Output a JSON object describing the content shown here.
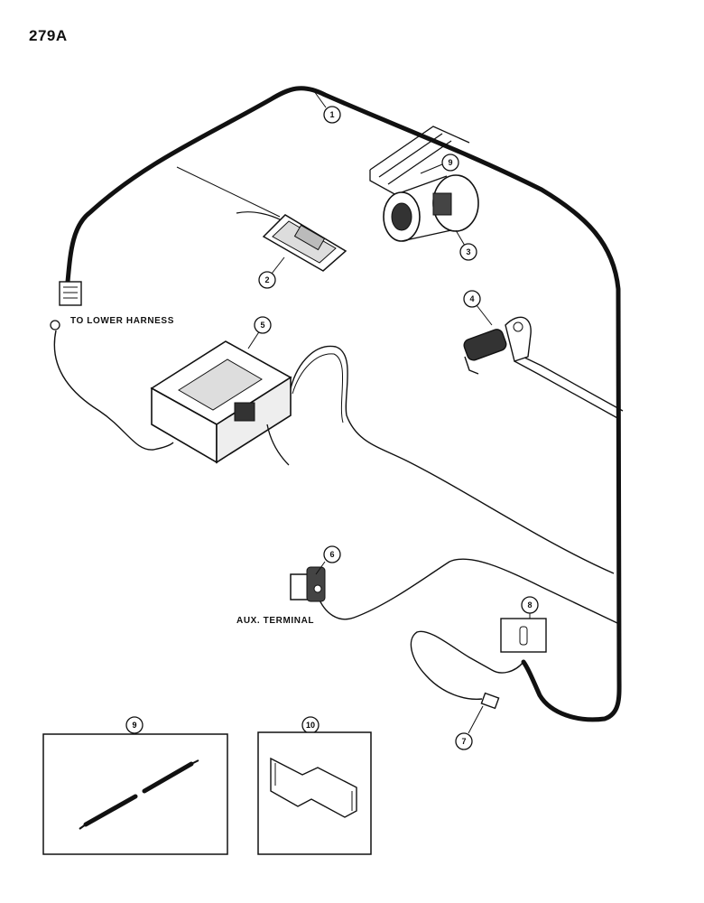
{
  "page_number": "279A",
  "labels": {
    "lower_harness": "TO LOWER HARNESS",
    "aux_terminal": "AUX. TERMINAL"
  },
  "callouts": {
    "c1": "1",
    "c2": "2",
    "c3": "3",
    "c4": "4",
    "c5": "5",
    "c6": "6",
    "c7": "7",
    "c8": "8",
    "c9_top": "9",
    "c9_box": "9",
    "c10_box": "10"
  }
}
